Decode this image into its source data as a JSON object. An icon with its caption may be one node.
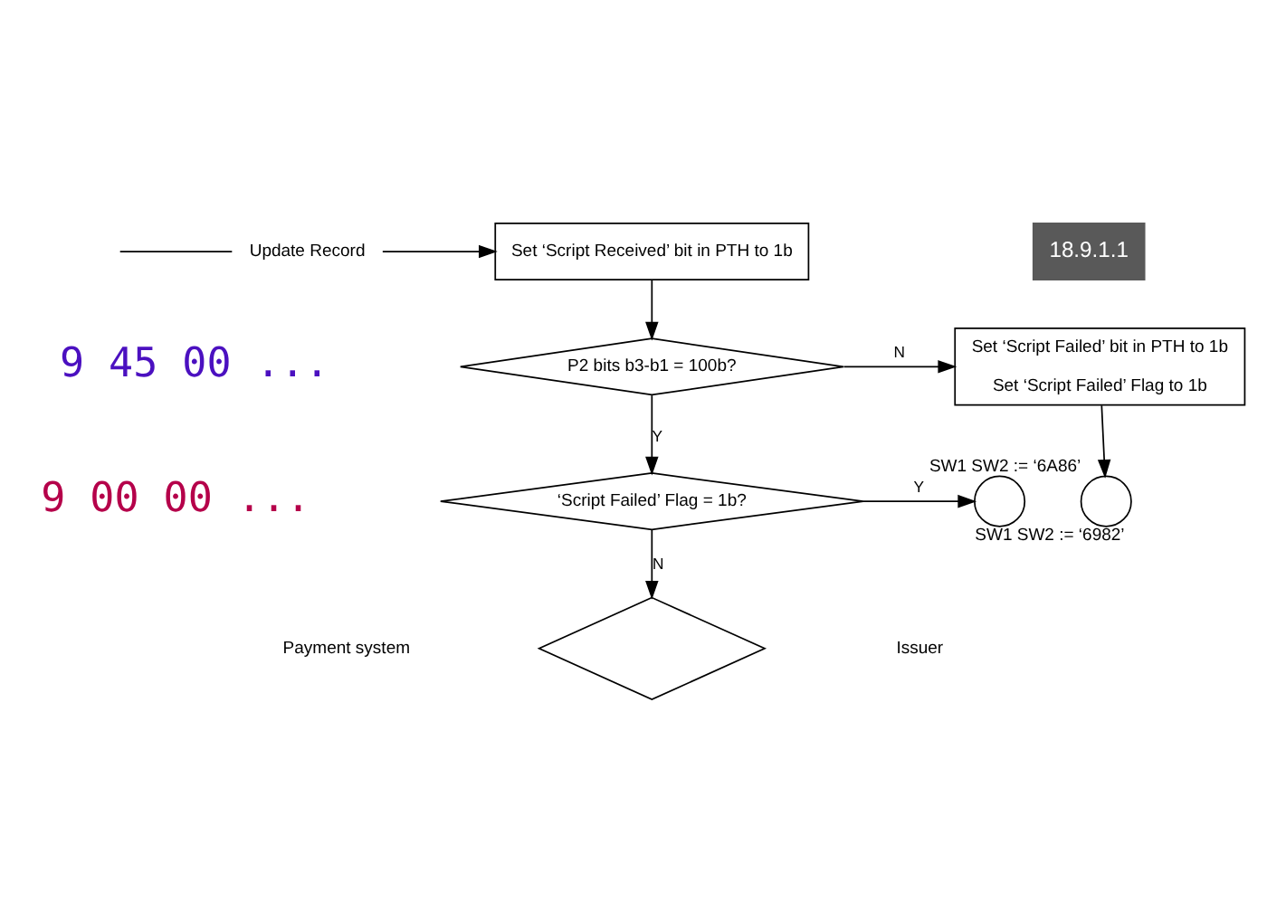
{
  "diagram": {
    "nodes": [
      {
        "text": [
          "Update Record"
        ]
      },
      {
        "text": [
          "Set ‘Script Received’ bit in PTH to 1b"
        ]
      },
      {
        "text": [
          "P2 bits b3-b1 = 100b?"
        ]
      },
      {
        "text": [
          "Set ‘Script Failed’ bit in PTH to 1b",
          "Set ‘Script Failed’ Flag to 1b"
        ]
      },
      {
        "text": [],
        "shape": "circle",
        "beside": [
          "SW1 SW2 := ‘6A86’"
        ]
      },
      {
        "text": [
          "‘Script Failed’ Flag = 1b?"
        ]
      },
      {
        "text": [],
        "shape": "circle",
        "beside": [
          "SW1 SW2 := ‘6982’"
        ]
      },
      {
        "text": [],
        "shape": "diamond"
      }
    ],
    "edges": [
      {
        "from": null,
        "to": 0,
        "arrow": "none"
      },
      {
        "from": 0,
        "to": 1,
        "arrow": "to"
      },
      {
        "from": 1,
        "to": 2,
        "arrow": "to"
      },
      {
        "from": 2,
        "to": 3,
        "arrow": "to",
        "label": "N"
      },
      {
        "from": 3,
        "to": 4,
        "arrow": "to"
      },
      {
        "from": 2,
        "to": 5,
        "arrow": "to",
        "label": "Y"
      },
      {
        "from": 5,
        "to": 6,
        "arrow": "to",
        "label": "Y"
      },
      {
        "from": 5,
        "to": 7,
        "arrow": "to",
        "label": "N"
      }
    ],
    "labels": [
      "18.9.1.1",
      "9 45 00 ...",
      "9 00 00 ...",
      "Payment system",
      "Issuer"
    ]
  }
}
